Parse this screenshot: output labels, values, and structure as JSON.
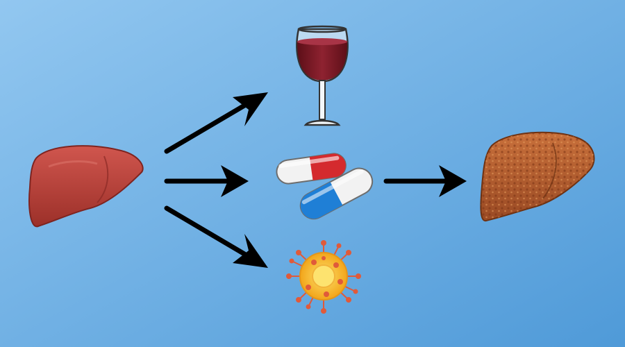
{
  "diagram": {
    "background": {
      "color_start": "#92c7f0",
      "color_end": "#4f9ad8"
    },
    "nodes": [
      {
        "id": "healthy-liver",
        "icon": "healthy-liver-icon",
        "color": "#b7403a"
      },
      {
        "id": "wine-glass",
        "icon": "wine-glass-icon",
        "color": "#7a1b24"
      },
      {
        "id": "pills",
        "icon": "pills-icon",
        "colors": [
          "#d42a2e",
          "#1f7fd6",
          "#f4f4f4"
        ]
      },
      {
        "id": "virus",
        "icon": "virus-icon",
        "colors": [
          "#f6b91c",
          "#e05a3a"
        ]
      },
      {
        "id": "diseased-liver",
        "icon": "cirrhotic-liver-icon",
        "color": "#b25a2e"
      }
    ],
    "edges": [
      {
        "from": "healthy-liver",
        "to": "wine-glass"
      },
      {
        "from": "healthy-liver",
        "to": "pills"
      },
      {
        "from": "healthy-liver",
        "to": "virus"
      },
      {
        "from": "pills",
        "to": "diseased-liver"
      }
    ],
    "arrow_color": "#000000"
  }
}
